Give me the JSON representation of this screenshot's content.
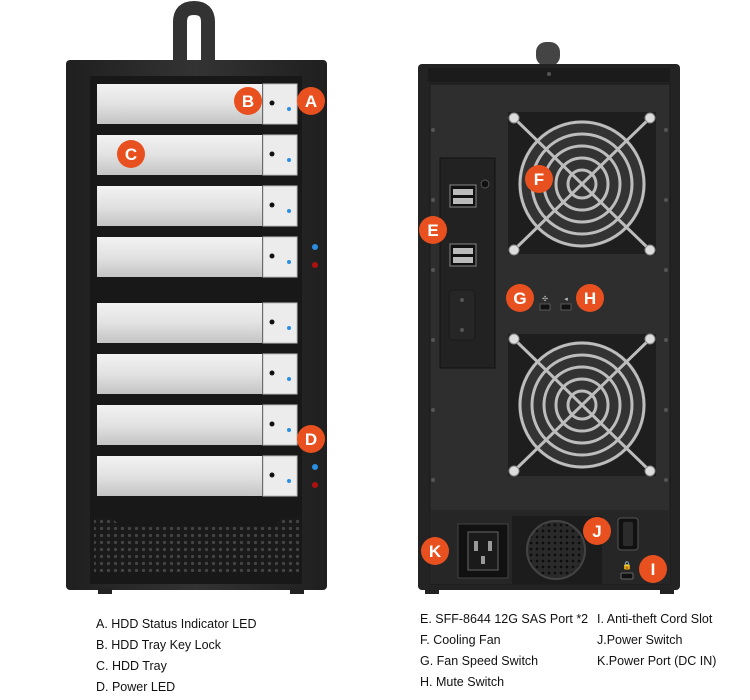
{
  "callouts": {
    "a": "A",
    "b": "B",
    "c": "C",
    "d": "D",
    "e": "E",
    "f": "F",
    "g": "G",
    "h": "H",
    "i": "I",
    "j": "J",
    "k": "K"
  },
  "legend_left": [
    "A. HDD Status Indicator LED",
    "B. HDD Tray Key Lock",
    "C. HDD Tray",
    "D. Power LED"
  ],
  "legend_mid": [
    "E. SFF-8644 12G SAS Port *2",
    "F. Cooling Fan",
    "G. Fan Speed Switch",
    "H. Mute Switch"
  ],
  "legend_right": [
    "I. Anti-theft Cord Slot",
    "J.Power Switch",
    "K.Power Port (DC IN)"
  ],
  "colors": {
    "callout": "#e8511f",
    "chassis": "#2b2b2b",
    "tray": "#d9d9d9",
    "led_blue": "#2a8fe0",
    "led_red": "#b01010"
  }
}
